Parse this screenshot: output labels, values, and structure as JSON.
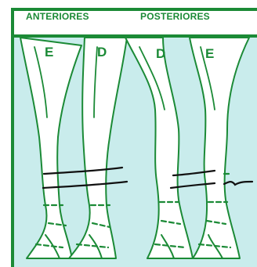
{
  "groups": {
    "anteriores": "ANTERIORES",
    "posteriores": "POSTERIORES"
  },
  "legs": [
    {
      "letter": "E"
    },
    {
      "letter": "D"
    },
    {
      "letter": "D"
    },
    {
      "letter": "E"
    }
  ],
  "colors": {
    "accent": "#1b8a36",
    "limb_fill": "#ffffff",
    "background": "#c9ecec",
    "marking": "#111111"
  }
}
